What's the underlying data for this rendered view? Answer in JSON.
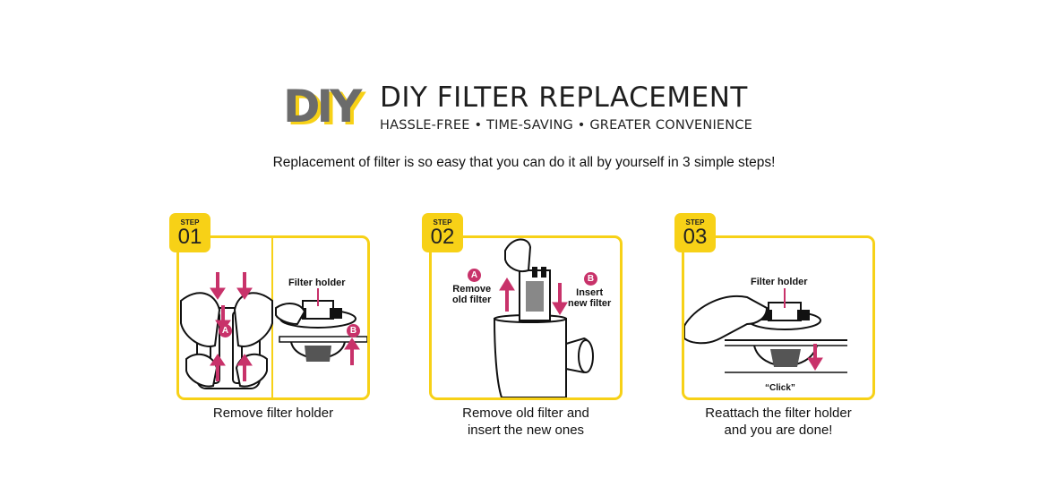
{
  "header": {
    "logo_text": "DIY",
    "title": "DIY FILTER REPLACEMENT",
    "subtitle": "HASSLE-FREE • TIME-SAVING • GREATER CONVENIENCE"
  },
  "intro": "Replacement of filter is so easy that you can do it all by yourself in 3 simple steps!",
  "steps": [
    {
      "badge_label": "STEP",
      "badge_num": "01",
      "caption_line1": "Remove filter holder",
      "caption_line2": "",
      "labels": {
        "filter_holder": "Filter holder",
        "marker_a": "A",
        "marker_b": "B"
      }
    },
    {
      "badge_label": "STEP",
      "badge_num": "02",
      "caption_line1": "Remove old filter and",
      "caption_line2": "insert the new ones",
      "labels": {
        "marker_a": "A",
        "remove_1": "Remove",
        "remove_2": "old filter",
        "marker_b": "B",
        "insert_1": "Insert",
        "insert_2": "new filter"
      }
    },
    {
      "badge_label": "STEP",
      "badge_num": "03",
      "caption_line1": "Reattach the filter holder",
      "caption_line2": "and you are done!",
      "labels": {
        "filter_holder": "Filter holder",
        "click": "“Click”"
      }
    }
  ],
  "colors": {
    "accent_yellow": "#f7d117",
    "arrow_magenta": "#c8326a",
    "logo_grey": "#6b6b6b"
  }
}
